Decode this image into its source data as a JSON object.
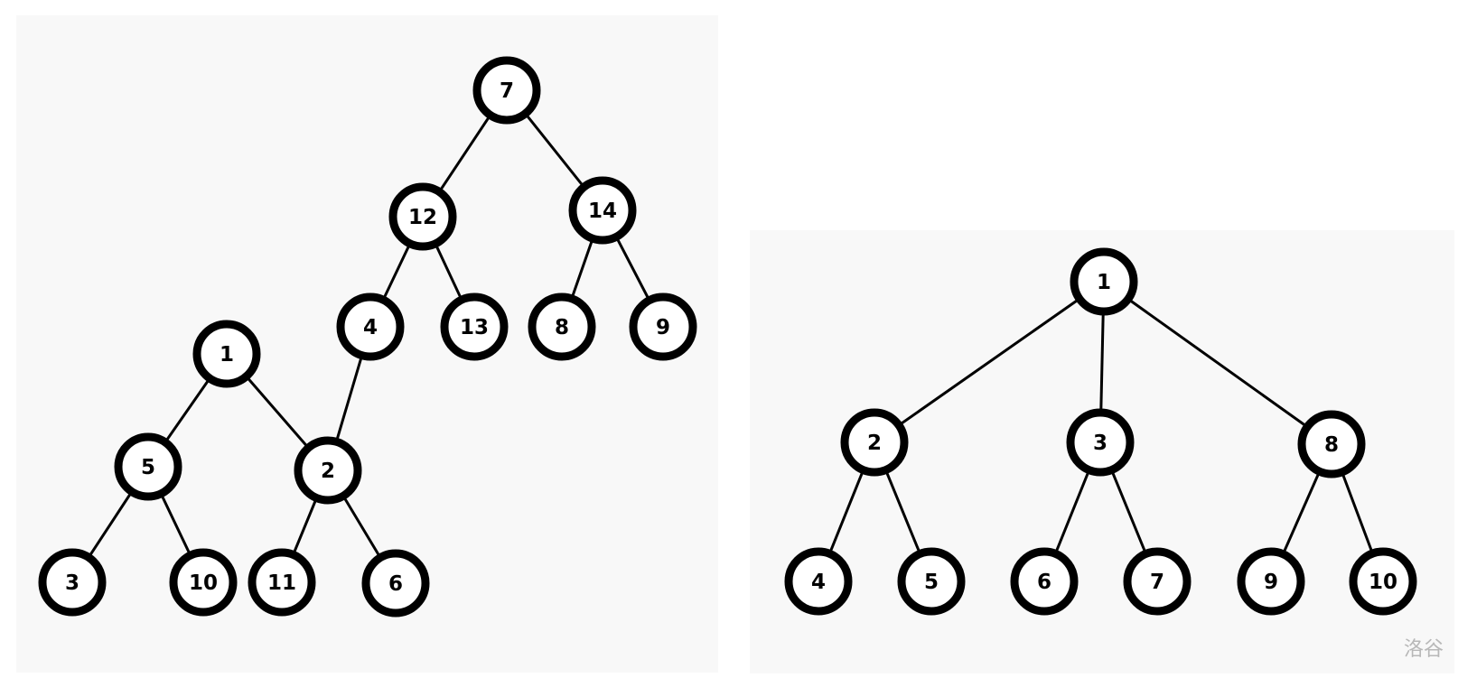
{
  "trees": [
    {
      "name": "tree-a",
      "nodes": [
        {
          "id": "a7",
          "label": "7"
        },
        {
          "id": "a12",
          "label": "12"
        },
        {
          "id": "a14",
          "label": "14"
        },
        {
          "id": "a4",
          "label": "4"
        },
        {
          "id": "a13",
          "label": "13"
        },
        {
          "id": "a8",
          "label": "8"
        },
        {
          "id": "a9",
          "label": "9"
        },
        {
          "id": "a1",
          "label": "1"
        },
        {
          "id": "a5",
          "label": "5"
        },
        {
          "id": "a2",
          "label": "2"
        },
        {
          "id": "a3",
          "label": "3"
        },
        {
          "id": "a10",
          "label": "10"
        },
        {
          "id": "a11",
          "label": "11"
        },
        {
          "id": "a6",
          "label": "6"
        }
      ],
      "edges": [
        [
          "a7",
          "a12"
        ],
        [
          "a7",
          "a14"
        ],
        [
          "a12",
          "a4"
        ],
        [
          "a12",
          "a13"
        ],
        [
          "a14",
          "a8"
        ],
        [
          "a14",
          "a9"
        ],
        [
          "a4",
          "a2"
        ],
        [
          "a1",
          "a5"
        ],
        [
          "a1",
          "a2"
        ],
        [
          "a5",
          "a3"
        ],
        [
          "a5",
          "a10"
        ],
        [
          "a2",
          "a11"
        ],
        [
          "a2",
          "a6"
        ]
      ]
    },
    {
      "name": "tree-b",
      "nodes": [
        {
          "id": "b1",
          "label": "1"
        },
        {
          "id": "b2",
          "label": "2"
        },
        {
          "id": "b3",
          "label": "3"
        },
        {
          "id": "b8",
          "label": "8"
        },
        {
          "id": "b4",
          "label": "4"
        },
        {
          "id": "b5",
          "label": "5"
        },
        {
          "id": "b6",
          "label": "6"
        },
        {
          "id": "b7",
          "label": "7"
        },
        {
          "id": "b9",
          "label": "9"
        },
        {
          "id": "b10",
          "label": "10"
        }
      ],
      "edges": [
        [
          "b1",
          "b2"
        ],
        [
          "b1",
          "b3"
        ],
        [
          "b1",
          "b8"
        ],
        [
          "b2",
          "b4"
        ],
        [
          "b2",
          "b5"
        ],
        [
          "b3",
          "b6"
        ],
        [
          "b3",
          "b7"
        ],
        [
          "b8",
          "b9"
        ],
        [
          "b8",
          "b10"
        ]
      ]
    }
  ],
  "watermark": "洛谷"
}
